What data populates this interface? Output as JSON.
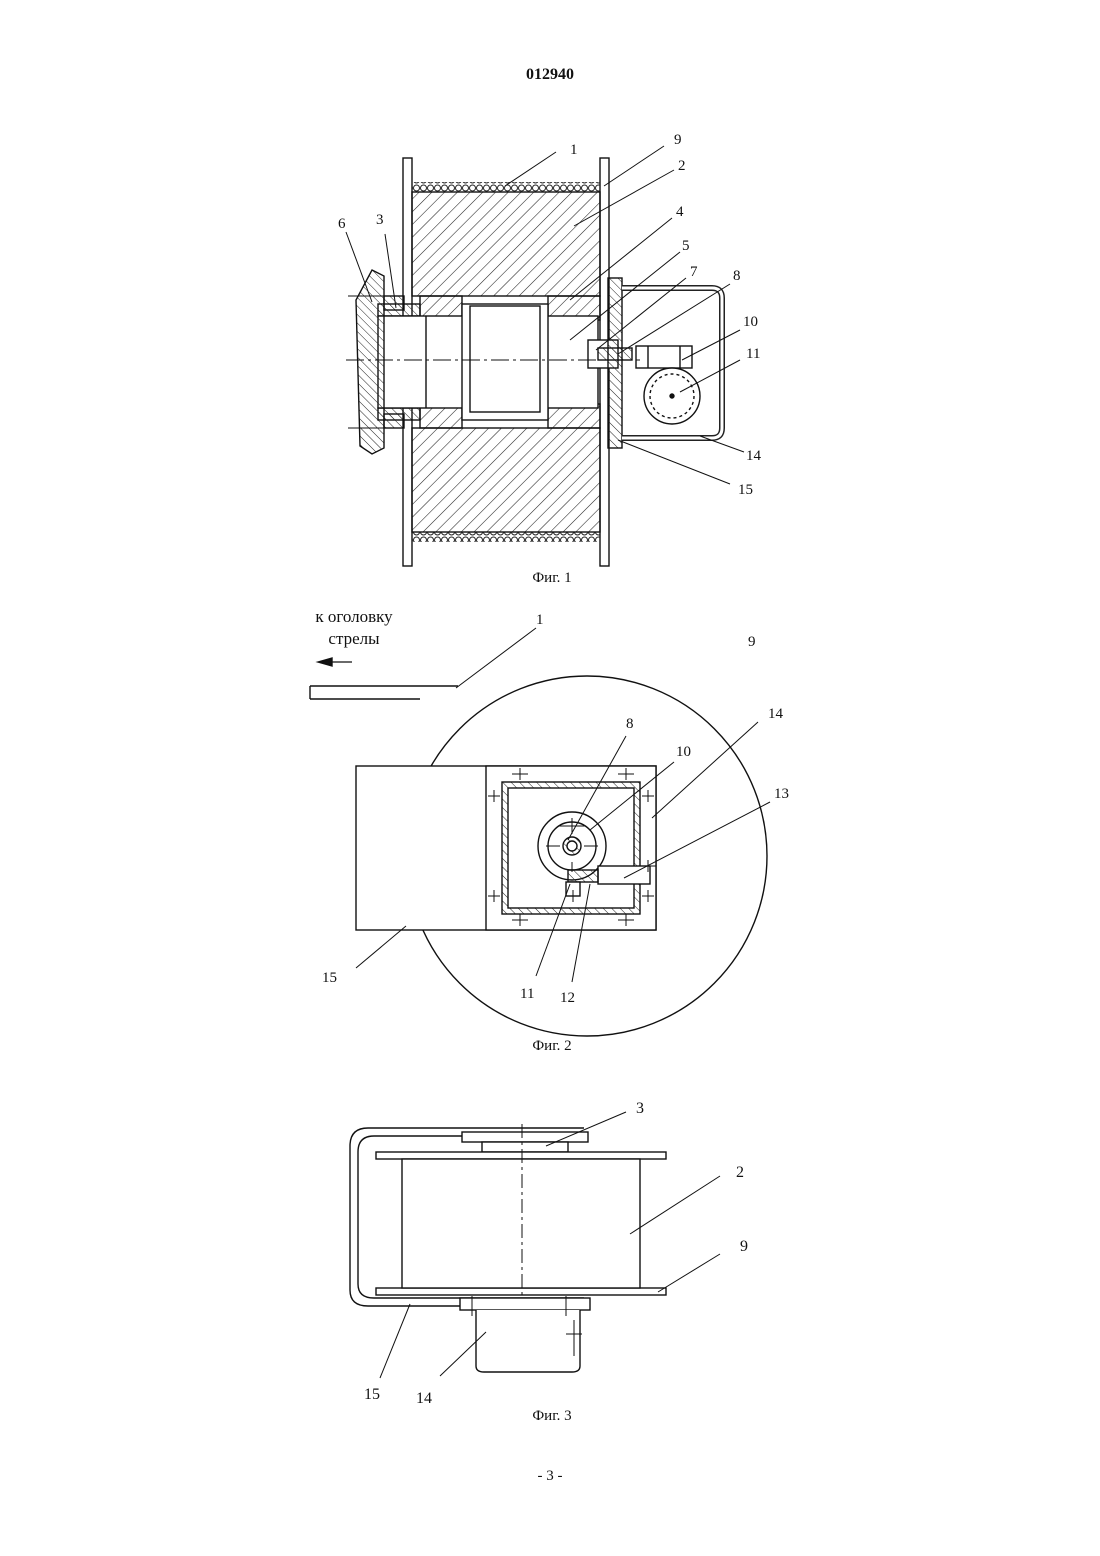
{
  "document": {
    "number": "012940",
    "page_label": "- 3 -"
  },
  "fig1": {
    "caption": "Фиг. 1",
    "labels": [
      "1",
      "9",
      "2",
      "6",
      "3",
      "4",
      "5",
      "7",
      "8",
      "10",
      "11",
      "14",
      "15"
    ]
  },
  "fig2": {
    "caption": "Фиг. 2",
    "note_line1": "к оголовку",
    "note_line2": "стрелы",
    "labels": [
      "1",
      "9",
      "14",
      "8",
      "10",
      "13",
      "11",
      "12",
      "15"
    ]
  },
  "fig3": {
    "caption": "Фиг. 3",
    "labels": [
      "3",
      "2",
      "9",
      "15",
      "14"
    ]
  }
}
